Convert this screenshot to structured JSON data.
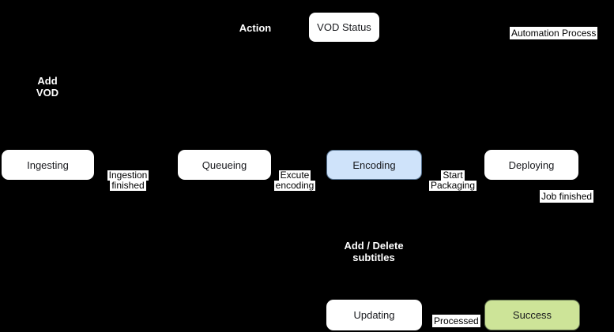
{
  "colors": {
    "background": "#000000",
    "node_fill": "#ffffff",
    "node_text": "#17181c",
    "encoding_fill": "#cfe3fa",
    "encoding_border": "#54708e",
    "success_fill": "#cde498",
    "success_border": "#5f6e4e",
    "edge_label_bg": "#ffffff",
    "annotation_text": "#ffffff"
  },
  "header": {
    "action": "Action",
    "vod_status": "VOD Status",
    "automation_process": "Automation Process"
  },
  "annotations": {
    "add_vod_line1": "Add",
    "add_vod_line2": "VOD",
    "subtitles_line1": "Add / Delete",
    "subtitles_line2": "subtitles"
  },
  "nodes": {
    "ingesting": "Ingesting",
    "queueing": "Queueing",
    "encoding": "Encoding",
    "deploying": "Deploying",
    "updating": "Updating",
    "success": "Success"
  },
  "edge_labels": {
    "ingestion_finished_line1": "Ingestion",
    "ingestion_finished_line2": "finished",
    "excute_encoding_line1": "Excute",
    "excute_encoding_line2": "encoding",
    "start_packaging_line1": "Start",
    "start_packaging_line2": "Packaging",
    "job_finished": "Job finished",
    "processed": "Processed"
  }
}
